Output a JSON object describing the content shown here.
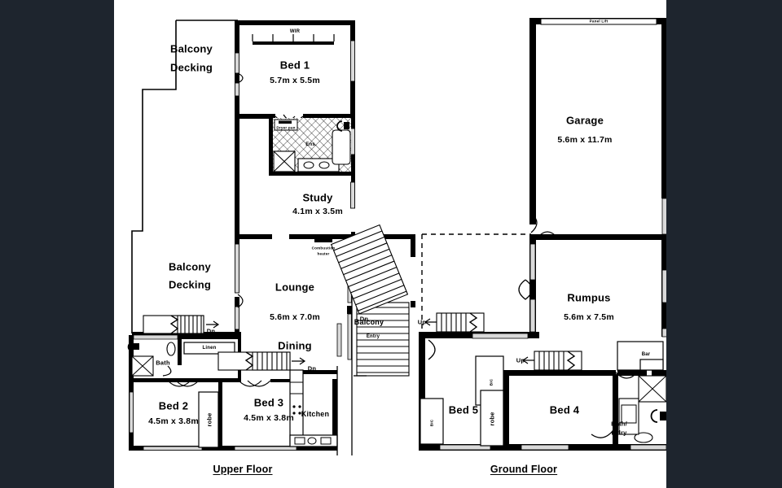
{
  "page": {
    "background_color": "#1e252e",
    "sheet_color": "#ffffff",
    "line_color": "#000000",
    "document_type": "real-estate-floor-plan"
  },
  "floors": [
    {
      "id": "upper",
      "title": "Upper Floor",
      "rooms": [
        {
          "name": "Balcony",
          "sub": "Decking",
          "dim": ""
        },
        {
          "name": "Bed 1",
          "dim": "5.7m x 5.5m"
        },
        {
          "name": "Study",
          "dim": "4.1m x 3.5m"
        },
        {
          "name": "Lounge",
          "dim": "5.6m x 7.0m"
        },
        {
          "name": "Dining",
          "dim": ""
        },
        {
          "name": "Kitchen",
          "dim": ""
        },
        {
          "name": "Bed 2",
          "dim": "4.5m x 3.8m"
        },
        {
          "name": "Bed 3",
          "dim": "4.5m x 3.8m"
        },
        {
          "name": "Balcony",
          "sub": "Decking",
          "dim": ""
        },
        {
          "name": "Balcony",
          "sub": "Entry",
          "dim": ""
        }
      ],
      "annotations": [
        "WIR",
        "Ens.",
        "Dryer pan",
        "Combustion heater",
        "Linen",
        "Bath",
        "robe",
        "Dn",
        "Entry"
      ]
    },
    {
      "id": "ground",
      "title": "Ground Floor",
      "rooms": [
        {
          "name": "Garage",
          "dim": "5.6m x 11.7m"
        },
        {
          "name": "Rumpus",
          "dim": "5.6m x 7.5m"
        },
        {
          "name": "Bed 5",
          "dim": ""
        },
        {
          "name": "Bed 4",
          "dim": ""
        }
      ],
      "annotations": [
        "Panel Lift",
        "Up",
        "BIC",
        "robe",
        "Bar",
        "Bath/",
        "L'dry"
      ]
    }
  ],
  "labels": {
    "upper_floor_title": "Upper Floor",
    "ground_floor_title": "Ground Floor",
    "balcony": "Balcony",
    "decking": "Decking",
    "bed1": "Bed 1",
    "bed1_dim": "5.7m x 5.5m",
    "wir": "WIR",
    "ens": "Ens.",
    "dryer_pan": "Dryer pan",
    "study": "Study",
    "study_dim": "4.1m x 3.5m",
    "combustion": "Combustion",
    "heater": "heater",
    "lounge": "Lounge",
    "lounge_dim": "5.6m x 7.0m",
    "dining": "Dining",
    "kitchen": "Kitchen",
    "linen": "Linen",
    "bath": "Bath",
    "bed2": "Bed 2",
    "bed2_dim": "4.5m x 3.8m",
    "bed3": "Bed 3",
    "bed3_dim": "4.5m x 3.8m",
    "robe": "robe",
    "dn": "Dn",
    "up": "Up",
    "entry": "Entry",
    "garage": "Garage",
    "garage_dim": "5.6m x 11.7m",
    "panel_lift": "Panel Lift",
    "rumpus": "Rumpus",
    "rumpus_dim": "5.6m x 7.5m",
    "bed4": "Bed 4",
    "bed5": "Bed 5",
    "bic": "BIC",
    "bar": "Bar",
    "bath_l": "Bath/",
    "ldry": "L'dry"
  }
}
